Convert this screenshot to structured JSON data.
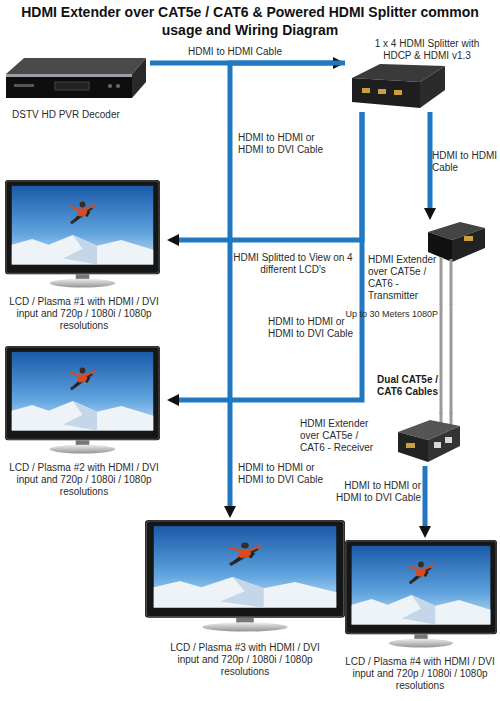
{
  "diagram": {
    "title": "HDMI Extender over CAT5e / CAT6 & Powered HDMI Splitter common usage and Wiring Diagram",
    "nodes": [
      {
        "text": [
          "DSTV HD PVR Decoder"
        ]
      },
      {
        "text": [
          "1 x 4 HDMI Splitter with HDCP & HDMI v1.3"
        ]
      },
      {
        "text": [
          "LCD / Plasma #1 with HDMI / DVI input and 720p / 1080i / 1080p resolutions"
        ]
      },
      {
        "text": [
          "HDMI Extender over CAT5e / CAT6 - Transmitter"
        ]
      },
      {
        "text": [
          "LCD / Plasma #2 with HDMI / DVI input and 720p / 1080i / 1080p resolutions"
        ]
      },
      {
        "text": [
          "HDMI Extender over CAT5e / CAT6 - Receiver"
        ]
      },
      {
        "text": [
          "LCD / Plasma #3 with HDMI / DVI input and 720p / 1080i / 1080p resolutions"
        ]
      },
      {
        "text": [
          "LCD / Plasma #4 with HDMI / DVI input and 720p / 1080i / 1080p resolutions"
        ]
      }
    ],
    "edges": [
      {
        "from": 0,
        "to": 1,
        "arrow": "to",
        "label": "HDMI to HDMI Cable"
      },
      {
        "from": 1,
        "to": 6,
        "arrow": "to",
        "label": "HDMI to HDMI or HDMI to DVI Cable"
      },
      {
        "from": 1,
        "to": 3,
        "arrow": "to",
        "label": "HDMI to HDMI Cable"
      },
      {
        "from": 1,
        "to": 2,
        "arrow": "to",
        "label": "HDMI Splitted to View on 4 different LCD's"
      },
      {
        "from": 1,
        "to": 4,
        "arrow": "to",
        "label": "HDMI to HDMI or HDMI to DVI Cable"
      },
      {
        "from": 3,
        "to": 5,
        "arrow": "none",
        "label": "Up to 30 Meters 1080P"
      },
      {
        "from": 5,
        "to": 7,
        "arrow": "to",
        "label": "HDMI to HDMI or HDMI to DVI Cable"
      }
    ],
    "labels": [
      "Dual CAT5e / CAT6 Cables",
      "HDMI to HDMI or HDMI to DVI Cable"
    ]
  }
}
